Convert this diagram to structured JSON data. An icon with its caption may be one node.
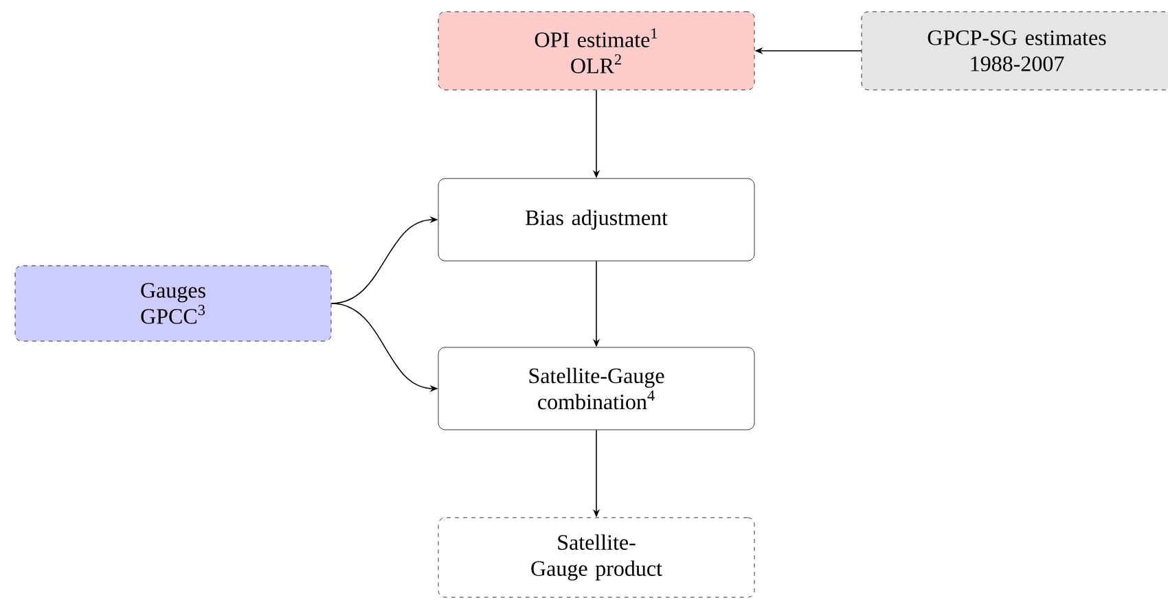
{
  "diagram": {
    "nodes": [
      {
        "text": [
          "OPI estimate$^{1}$ OLR$^{2}$"
        ]
      },
      {
        "text": [
          "GPCP-SG estimates 1988-2007"
        ]
      },
      {
        "text": [
          "Bias adjustment"
        ]
      },
      {
        "text": [
          "Gauges GPCC$^{3}$"
        ]
      },
      {
        "text": [
          "Satellite-Gauge combination$^{4}$"
        ]
      },
      {
        "text": [
          "Satellite- Gauge product"
        ]
      }
    ],
    "edges": [
      {
        "from": 1,
        "to": 0,
        "arrow": "to"
      },
      {
        "from": 0,
        "to": 2,
        "arrow": "to"
      },
      {
        "from": 3,
        "to": 2,
        "arrow": "to"
      },
      {
        "from": 2,
        "to": 4,
        "arrow": "to"
      },
      {
        "from": 3,
        "to": 4,
        "arrow": "to"
      },
      {
        "from": 4,
        "to": 5,
        "arrow": "to"
      }
    ]
  }
}
